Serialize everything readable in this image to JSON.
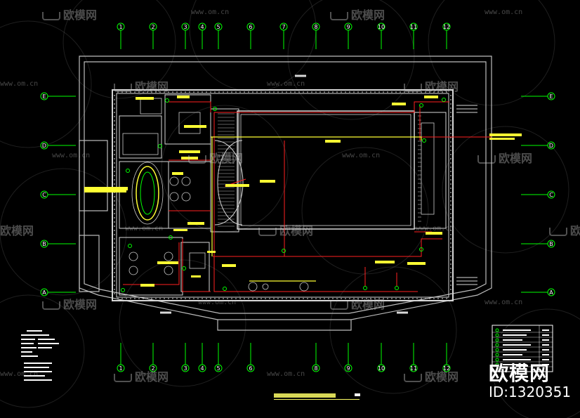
{
  "image": {
    "domain": "CAD floor plan"
  },
  "colors": {
    "wall": "#ffffff",
    "grid": "#00ff00",
    "circuit": "#ff2020",
    "highlight": "#ffff33",
    "room": "#c9c9c9",
    "background": "#000000"
  },
  "axes": {
    "top": [
      "1",
      "2",
      "3",
      "4",
      "5",
      "6",
      "7",
      "8",
      "9",
      "10",
      "11",
      "12"
    ],
    "bottom": [
      "1",
      "2",
      "3",
      "4",
      "5",
      "6",
      "8",
      "9",
      "10",
      "11",
      "12"
    ],
    "left": [
      "E",
      "D",
      "C",
      "B",
      "A"
    ],
    "right": [
      "E",
      "D",
      "C",
      "B",
      "A"
    ]
  },
  "watermarks": {
    "brand": "欧模网",
    "url": "www.om.cn"
  },
  "corner_brand": {
    "logo": "欧模网",
    "id": "ID:1320351"
  }
}
